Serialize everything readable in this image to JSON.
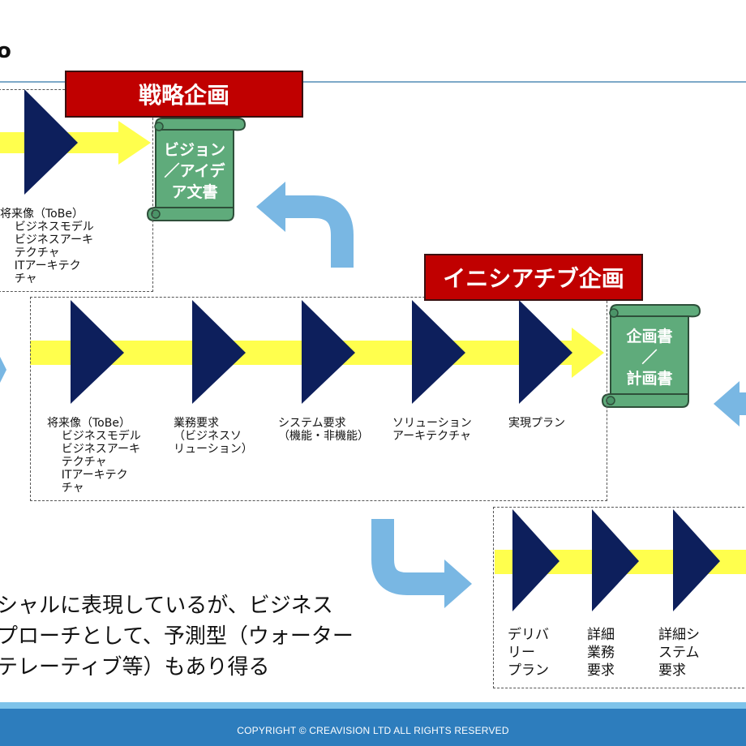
{
  "title_fragment": "o",
  "banners": {
    "strategy": "戦略企画",
    "initiative": "イニシアチブ企画"
  },
  "scrolls": {
    "vision": "ビジョン\n／アイデ\nア文書",
    "plan": "企画書\n／\n計画書"
  },
  "top_box": {
    "label": "将来像（ToBe）\n    ビジネスモデル\n    ビジネスアーキ\n    テクチャ\n    ITアーキテク\n    チャ"
  },
  "middle_box": {
    "stages": [
      "将来像（ToBe）\n    ビジネスモデル\n    ビジネスアーキ\n    テクチャ\n    ITアーキテク\n    チャ",
      "業務要求\n（ビジネスソ\nリューション）",
      "システム要求\n（機能・非機能）",
      "ソリューション\nアーキテクチャ",
      "実現プラン"
    ]
  },
  "bottom_box": {
    "stages": [
      "デリバ\nリー\nプラン",
      "詳細\n業務\n要求",
      "詳細シ\nステム\n要求"
    ]
  },
  "note": "シャルに表現しているが、ビジネス\nプローチとして、予測型（ウォーター\nテレーティブ等）もあり得る",
  "footer": "COPYRIGHT © CREAVISION LTD ALL RIGHTS RESERVED",
  "colors": {
    "banner_red": "#c00000",
    "scroll_green": "#5fab7b",
    "arrow_yellow": "#ffff4d",
    "triangle_navy": "#0d1f5c",
    "curved_arrow_blue": "#79b7e3",
    "footer_blue": "#2d7dbd"
  }
}
